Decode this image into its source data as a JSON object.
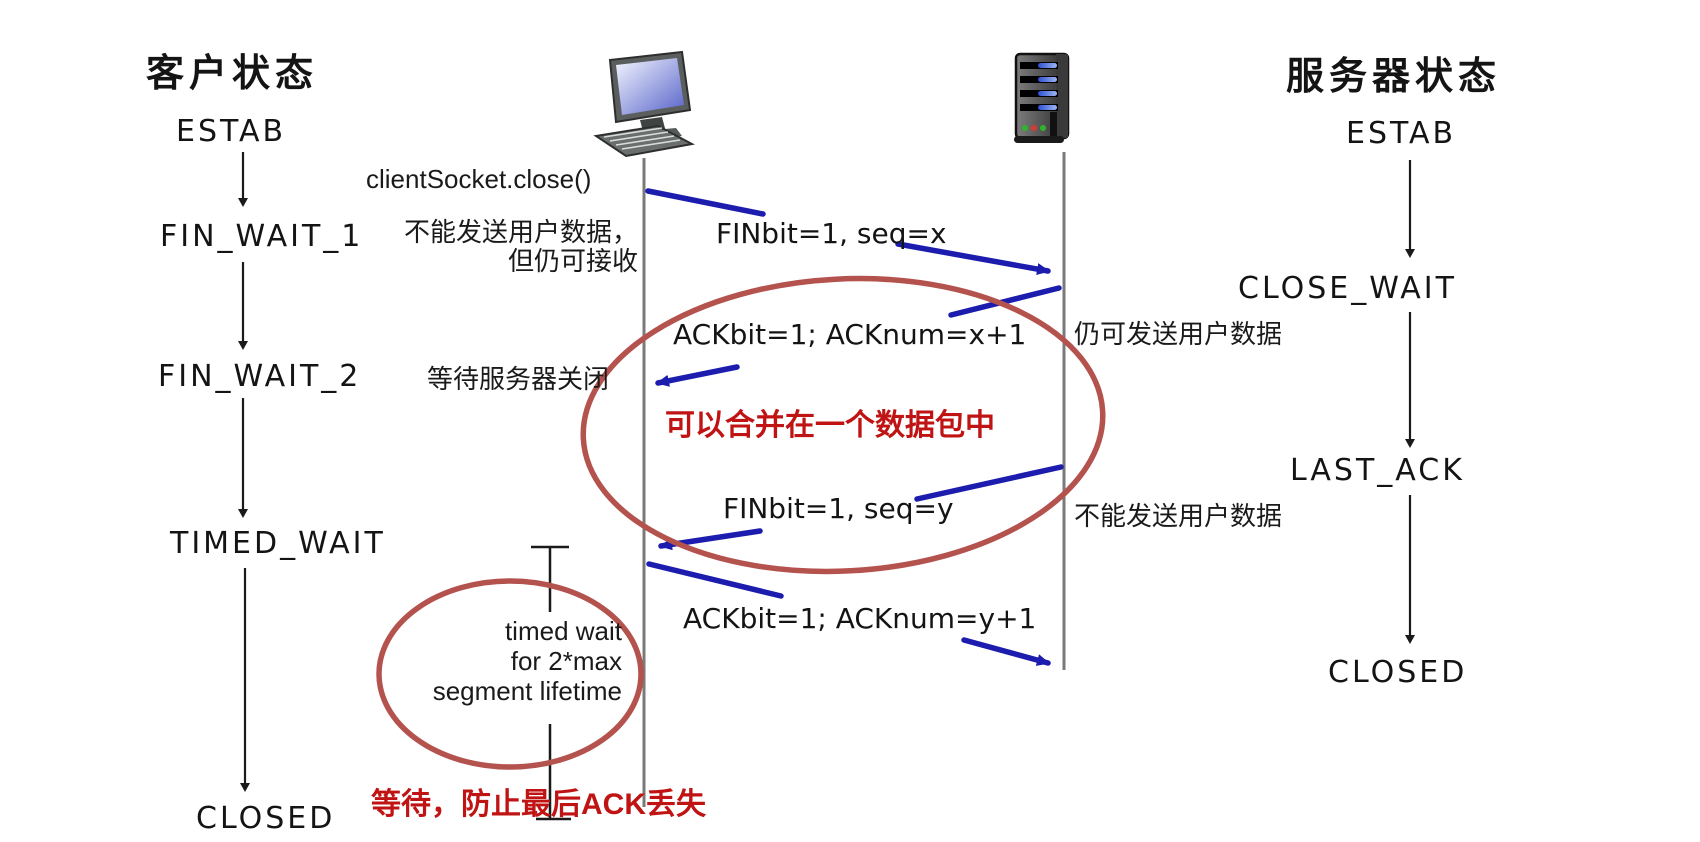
{
  "client": {
    "title": "客户状态",
    "states": {
      "estab": "ESTAB",
      "fin_wait_1": "FIN_WAIT_1",
      "fin_wait_2": "FIN_WAIT_2",
      "timed_wait": "TIMED_WAIT",
      "closed": "CLOSED"
    },
    "annotations": {
      "socket_close": "clientSocket.close()",
      "cannot_send_line1": "不能发送用户数据，",
      "cannot_send_line2": "但仍可接收",
      "wait_server_close": "等待服务器关闭",
      "timed_wait": [
        "timed wait",
        "for 2*max",
        "segment lifetime"
      ]
    }
  },
  "server": {
    "title": "服务器状态",
    "states": {
      "estab": "ESTAB",
      "close_wait": "CLOSE_WAIT",
      "last_ack": "LAST_ACK",
      "closed": "CLOSED"
    },
    "annotations": {
      "can_send": "仍可发送用户数据",
      "cannot_send": "不能发送用户数据"
    }
  },
  "messages": {
    "fin_x": "FINbit=1, seq=x",
    "ack_x": "ACKbit=1; ACKnum=x+1",
    "fin_y": "FINbit=1, seq=y",
    "ack_y": "ACKbit=1; ACKnum=y+1"
  },
  "notes": {
    "combine": "可以合并在一个数据包中",
    "wait_ack": "等待，防止最后ACK丢失"
  },
  "icons": {
    "client": "desktop-computer-icon",
    "server": "server-tower-icon"
  },
  "colors": {
    "message_arrow_blue": "#1c1cae",
    "red_annotation": "#c01414",
    "red_ellipse": "#b4524e",
    "timeline_gray": "#7a7a7a",
    "ink_black": "#1a1a1a"
  }
}
